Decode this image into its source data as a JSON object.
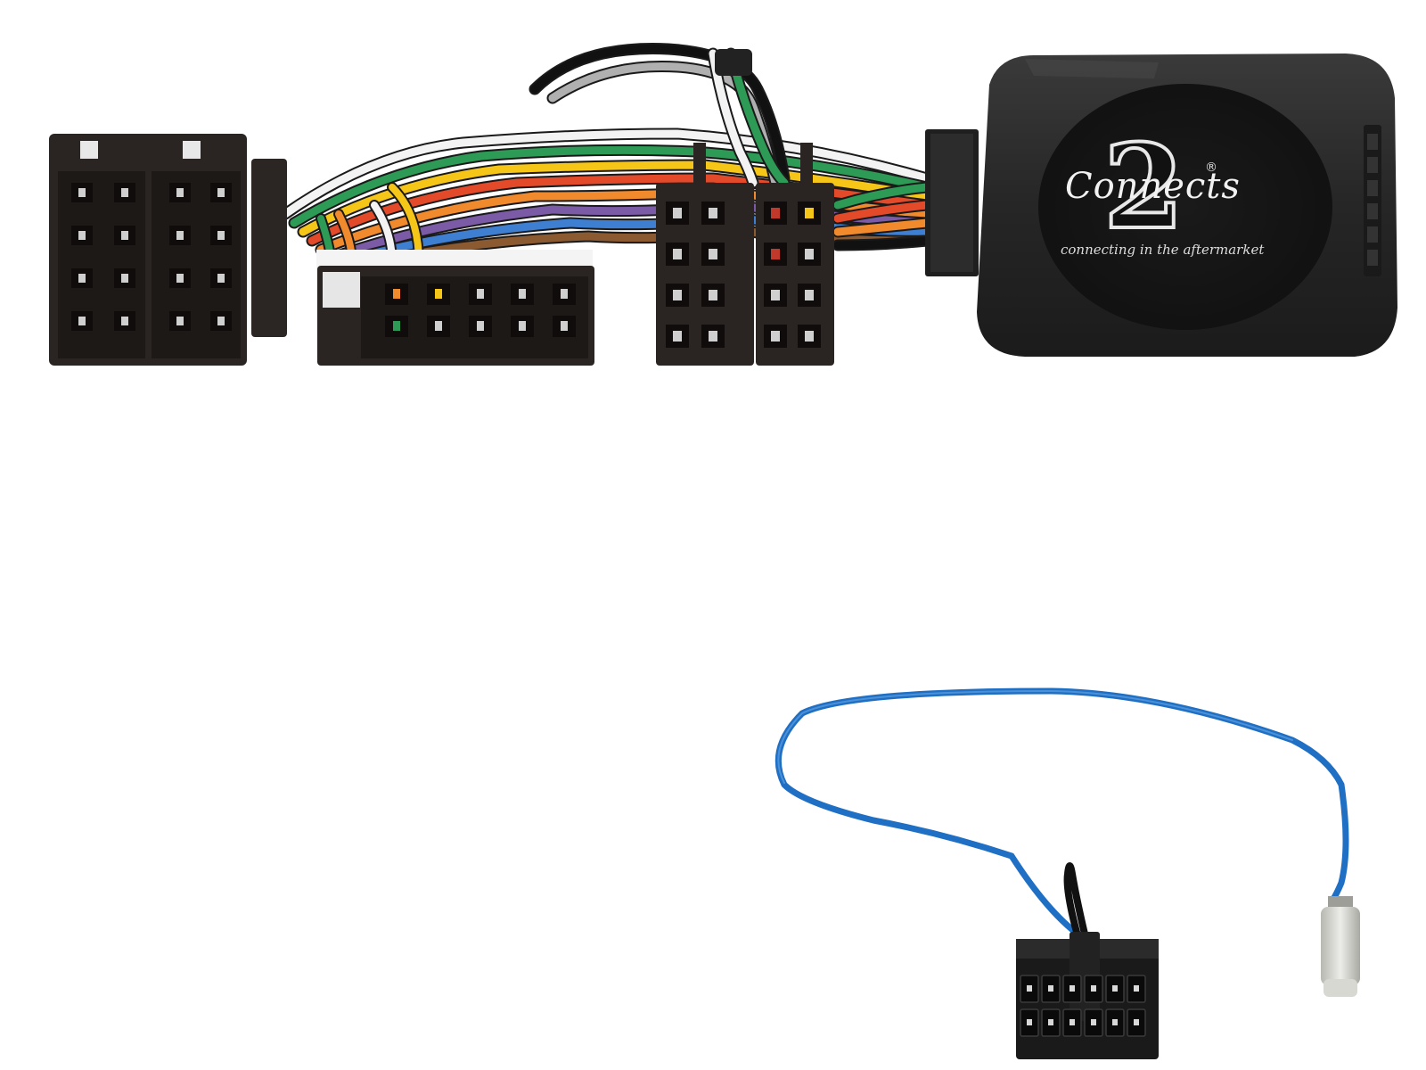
{
  "brand": {
    "name": "Connects",
    "number": "2",
    "registered_mark": "®",
    "tagline": "connecting in the aftermarket"
  },
  "colors": {
    "background": "#ffffff",
    "connector_plastic": "#2a2523",
    "module_body": "#252525",
    "antenna_wire": "#1f6fc4",
    "black_wire": "#111111",
    "antenna_plug": "#cfcfc9"
  },
  "wire_colors": [
    "#f3f3f3",
    "#2d9a55",
    "#f5c518",
    "#e24a2a",
    "#f08a2c",
    "#7b5aa6",
    "#3f7fd1",
    "#8c5a30",
    "#111111",
    "#b0b0b0"
  ]
}
